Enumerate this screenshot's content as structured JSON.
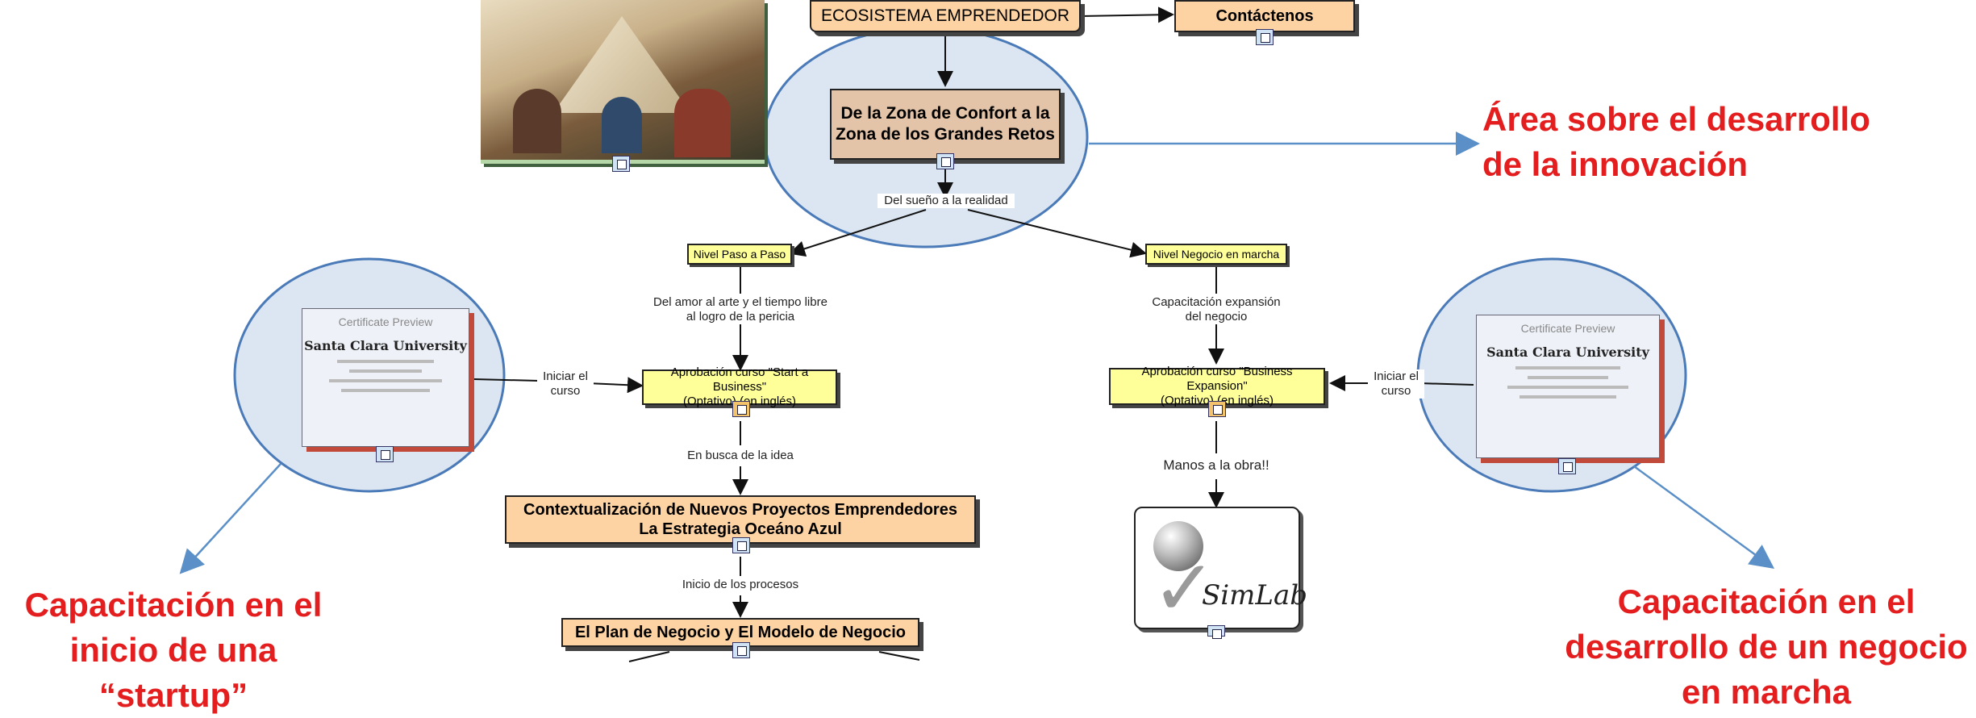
{
  "nodes": {
    "ecosistema": "ECOSISTEMA EMPRENDEDOR",
    "contactenos": "Contáctenos",
    "zona": [
      "De la Zona de Confort a la",
      "Zona de los Grandes Retos"
    ],
    "nivel_paso": "Nivel Paso a Paso",
    "nivel_negocio": "Nivel Negocio en marcha",
    "aprob_start": [
      "Aprobación curso \"Start a Business\"",
      "(Optativo) (en inglés)"
    ],
    "aprob_expansion": [
      "Aprobación curso \"Business Expansion\"",
      "(Optativo) (en inglés)"
    ],
    "contextualizacion": [
      "Contextualización de Nuevos Proyectos Emprendedores",
      "La Estrategia Oceáno Azul"
    ],
    "plan": "El Plan de Negocio y El Modelo de Negocio"
  },
  "links": {
    "sueno": "Del sueño a la realidad",
    "amor": [
      "Del amor al arte y el tiempo libre",
      "al logro de la pericia"
    ],
    "capacitacion": [
      "Capacitación expansión",
      "del negocio"
    ],
    "iniciar_left": [
      "Iniciar el",
      "curso"
    ],
    "iniciar_right": [
      "Iniciar el",
      "curso"
    ],
    "busca": "En busca de la idea",
    "manos": "Manos a la obra!!",
    "inicio_procesos": "Inicio de los procesos"
  },
  "certificates": {
    "title": "Certificate Preview",
    "university": "Santa Clara University"
  },
  "simlab": "SimLab",
  "annotations": {
    "innovacion": [
      "Área sobre el desarrollo",
      "de la innovación"
    ],
    "startup": [
      "Capacitación en el",
      "inicio de una “startup”"
    ],
    "marcha": [
      "Capacitación en el",
      "desarrollo de un negocio",
      "en marcha"
    ]
  },
  "colors": {
    "annotation": "#e41e1e",
    "ellipse": "#dce6f2",
    "node_orange": "#fdd3a4",
    "node_yellow": "#ffff99"
  }
}
